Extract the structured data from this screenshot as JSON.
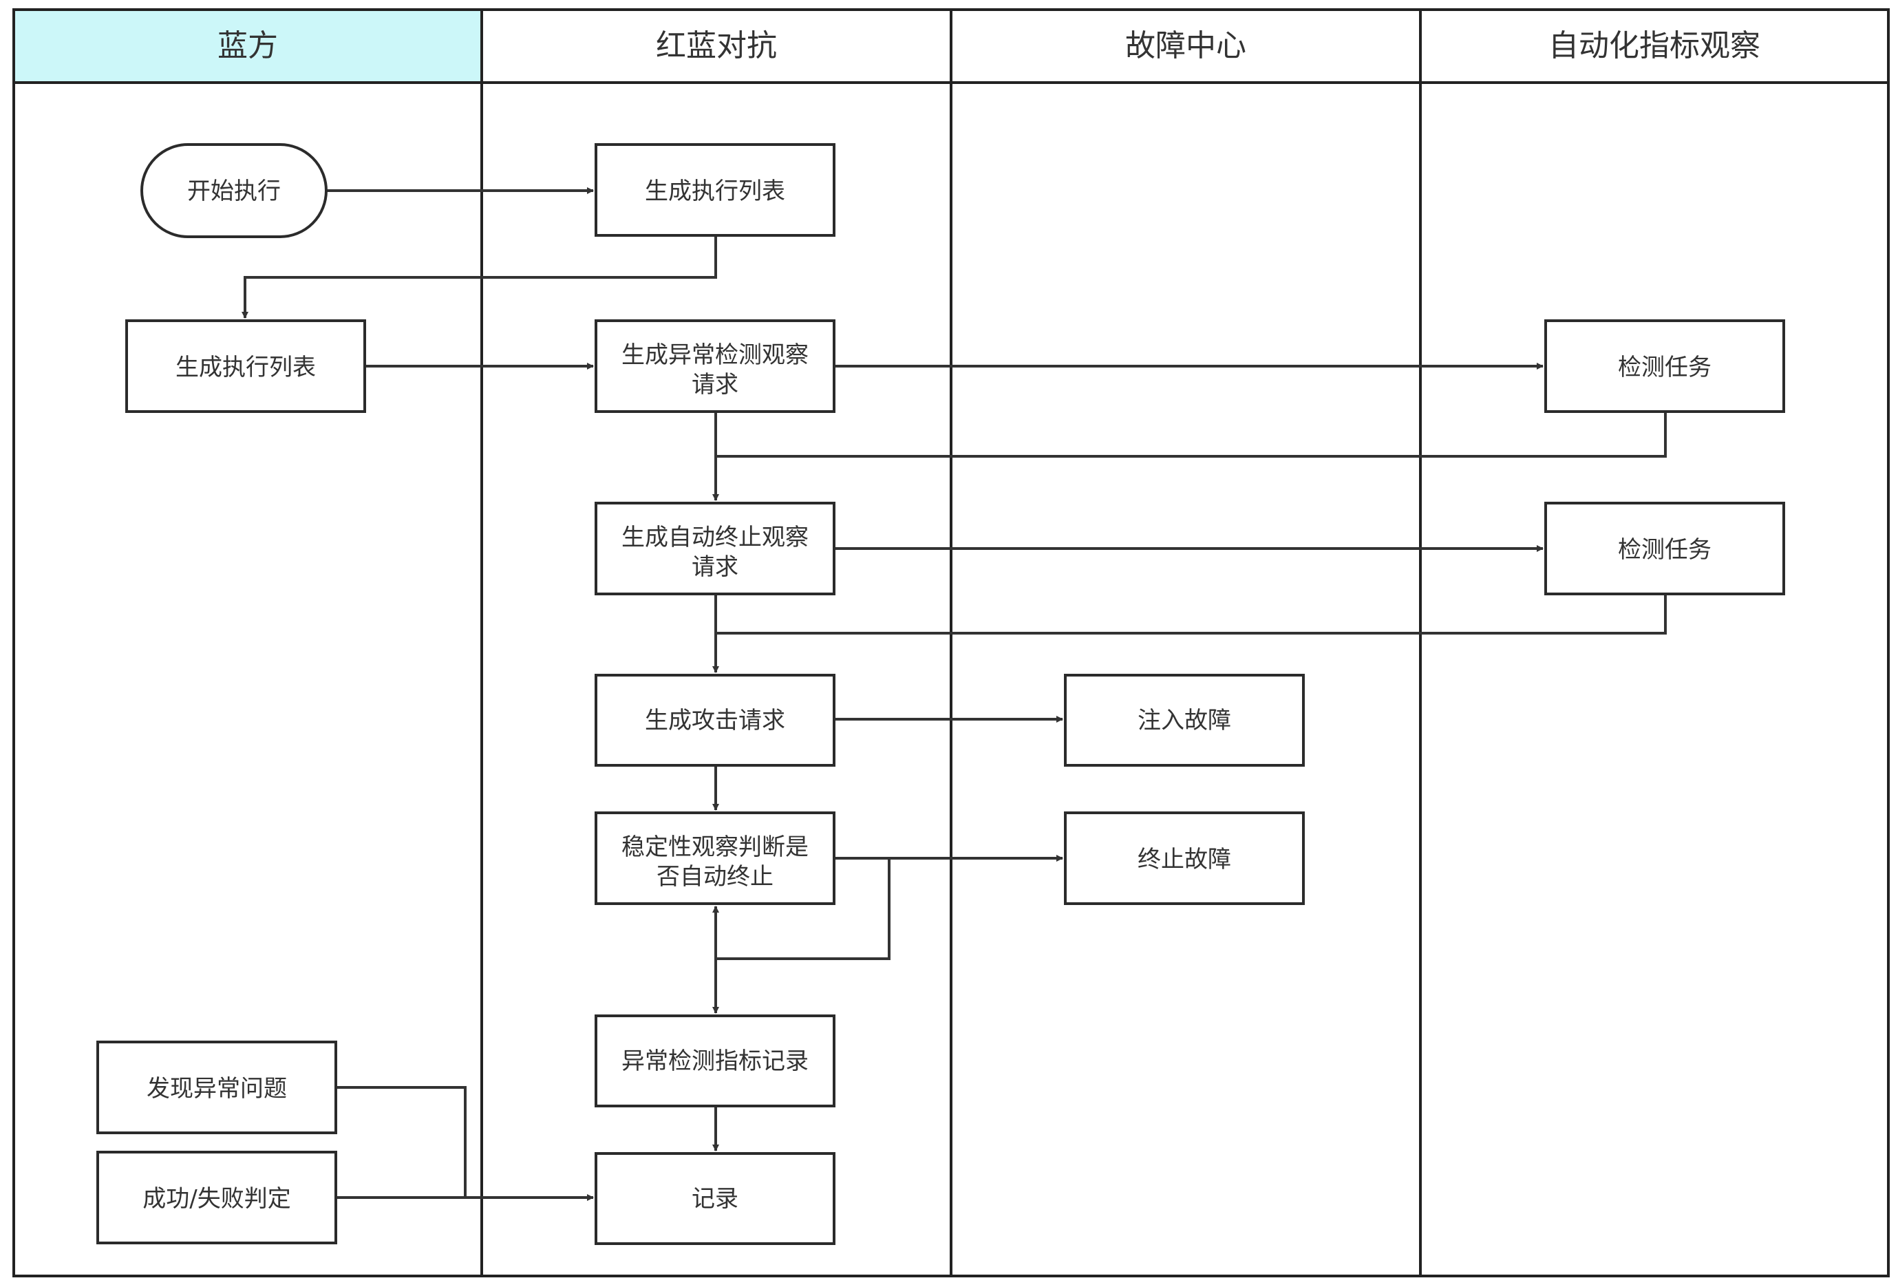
{
  "lanes": [
    {
      "id": "blue",
      "title": "蓝方",
      "highlight": true
    },
    {
      "id": "redblue",
      "title": "红蓝对抗",
      "highlight": false
    },
    {
      "id": "fault",
      "title": "故障中心",
      "highlight": false
    },
    {
      "id": "auto",
      "title": "自动化指标观察",
      "highlight": false
    }
  ],
  "colors": {
    "lane_highlight": "#ccf7f9",
    "stroke": "#222222",
    "edge": "#333333",
    "text": "#333333",
    "background": "#ffffff"
  },
  "nodes": [
    {
      "id": "start",
      "shape": "terminal",
      "lines": [
        "开始执行"
      ]
    },
    {
      "id": "gen_list_rb",
      "shape": "process",
      "lines": [
        "生成执行列表"
      ]
    },
    {
      "id": "gen_list_blue",
      "shape": "process",
      "lines": [
        "生成执行列表"
      ]
    },
    {
      "id": "gen_anomaly",
      "shape": "process",
      "lines": [
        "生成异常检测观察",
        "请求"
      ]
    },
    {
      "id": "detect1",
      "shape": "process",
      "lines": [
        "检测任务"
      ]
    },
    {
      "id": "gen_autostop",
      "shape": "process",
      "lines": [
        "生成自动终止观察",
        "请求"
      ]
    },
    {
      "id": "detect2",
      "shape": "process",
      "lines": [
        "检测任务"
      ]
    },
    {
      "id": "gen_attack",
      "shape": "process",
      "lines": [
        "生成攻击请求"
      ]
    },
    {
      "id": "inject",
      "shape": "process",
      "lines": [
        "注入故障"
      ]
    },
    {
      "id": "stability",
      "shape": "process",
      "lines": [
        "稳定性观察判断是",
        "否自动终止"
      ]
    },
    {
      "id": "stop_fault",
      "shape": "process",
      "lines": [
        "终止故障"
      ]
    },
    {
      "id": "metric_log",
      "shape": "process",
      "lines": [
        "异常检测指标记录"
      ]
    },
    {
      "id": "found_issue",
      "shape": "process",
      "lines": [
        "发现异常问题"
      ]
    },
    {
      "id": "success_fail",
      "shape": "process",
      "lines": [
        "成功/失败判定"
      ]
    },
    {
      "id": "record",
      "shape": "process",
      "lines": [
        "记录"
      ]
    }
  ],
  "edges": [
    {
      "from": "start",
      "to": "gen_list_rb"
    },
    {
      "from": "gen_list_rb",
      "to": "gen_list_blue"
    },
    {
      "from": "gen_list_blue",
      "to": "gen_anomaly"
    },
    {
      "from": "gen_anomaly",
      "to": "detect1"
    },
    {
      "from": "detect1",
      "to": "gen_autostop"
    },
    {
      "from": "gen_anomaly",
      "to": "gen_autostop"
    },
    {
      "from": "gen_autostop",
      "to": "detect2"
    },
    {
      "from": "detect2",
      "to": "gen_attack"
    },
    {
      "from": "gen_autostop",
      "to": "gen_attack"
    },
    {
      "from": "gen_attack",
      "to": "inject"
    },
    {
      "from": "gen_attack",
      "to": "stability"
    },
    {
      "from": "stability",
      "to": "stop_fault"
    },
    {
      "from": "stability",
      "to": "stability"
    },
    {
      "from": "stability",
      "to": "metric_log"
    },
    {
      "from": "metric_log",
      "to": "record"
    },
    {
      "from": "found_issue",
      "to": "record"
    },
    {
      "from": "success_fail",
      "to": "record"
    }
  ]
}
